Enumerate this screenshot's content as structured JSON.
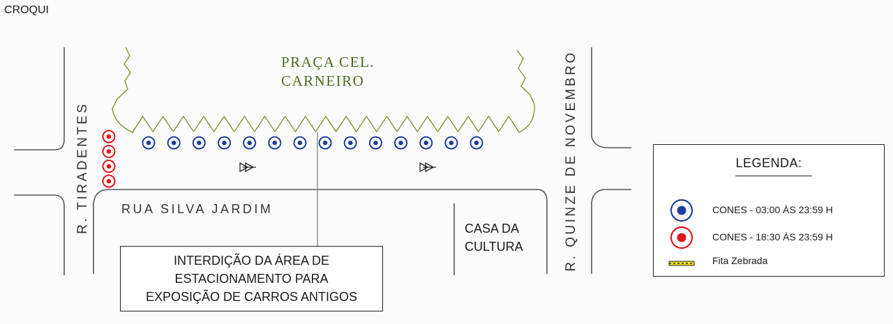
{
  "title": "CROQUI",
  "map": {
    "square_name": "PRAÇA CEL. CARNEIRO",
    "streets": {
      "main": "RUA SILVA JARDIM",
      "left": "R. TIRADENTES",
      "right": "R. QUINZE DE NOVEMBRO"
    },
    "building": "CASA DA\nCULTURA",
    "notice": "INTERDIÇÃO DA ÁREA DE\nESTACIONAMENTO  PARA\nEXPOSIÇÃO DE CARROS ANTIGOS"
  },
  "markers": {
    "blue_cone_count": 14,
    "red_cone_count": 4,
    "direction_arrow_count": 2
  },
  "legend": {
    "title": "LEGENDA:",
    "items": [
      {
        "symbol": "blue-cone",
        "label": "CONES - 03:00 ÀS 23:59 H"
      },
      {
        "symbol": "red-cone",
        "label": "CONES - 18:30 ÀS 23:59 H"
      },
      {
        "symbol": "zebra-tape",
        "label": "Fita Zebrada"
      }
    ]
  },
  "colors": {
    "blue_cone": "#1f3f9a",
    "red_cone": "#e0141b",
    "square_outline": "#7b8a2e",
    "square_text": "#4f6a1f",
    "street_line": "#555555",
    "zebra_yellow": "#f2e11c"
  }
}
